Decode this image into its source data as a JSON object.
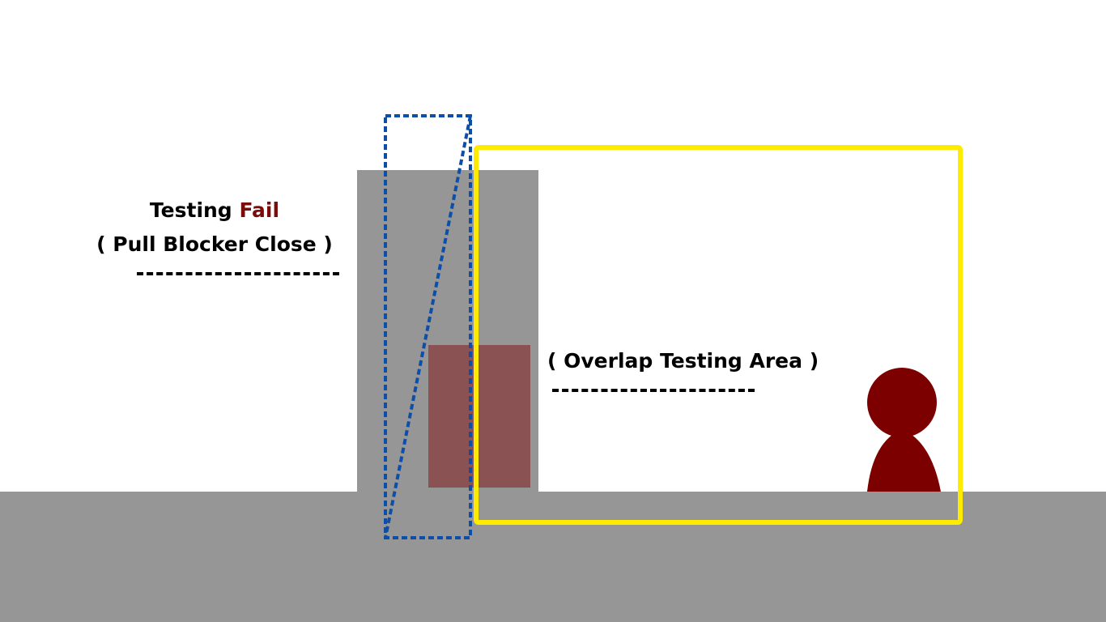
{
  "status": {
    "prefix": "Testing",
    "result": "Fail",
    "result_color": "#7a0c0c"
  },
  "blocker": {
    "action_label": "( Pull Blocker Close )"
  },
  "overlap": {
    "label": "( Overlap Testing Area )"
  },
  "colors": {
    "ground": "#969696",
    "wall": "#969696",
    "blocker_fill": "#8a5252",
    "hitbox_outline": "#0d4fa8",
    "test_area_outline": "#ffeb00",
    "player": "#7c0000",
    "background": "#ffffff"
  },
  "icons": {
    "player": "player-pawn-icon"
  }
}
